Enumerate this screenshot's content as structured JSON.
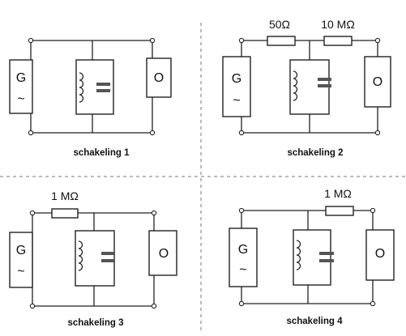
{
  "circuits": [
    {
      "caption": "schakeling 1",
      "generator": "G",
      "output": "O",
      "resistors": []
    },
    {
      "caption": "schakeling 2",
      "generator": "G",
      "output": "O",
      "resistors": [
        "50Ω",
        "10 MΩ"
      ]
    },
    {
      "caption": "schakeling 3",
      "generator": "G",
      "output": "O",
      "resistors": [
        "1 MΩ"
      ]
    },
    {
      "caption": "schakeling 4",
      "generator": "G",
      "output": "O",
      "resistors": [
        "1 MΩ"
      ]
    }
  ],
  "symbols": {
    "ac_source": "~"
  }
}
